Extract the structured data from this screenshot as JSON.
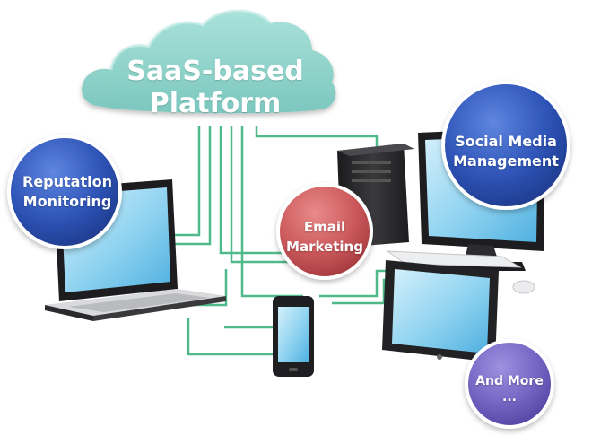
{
  "cloud": {
    "title": "SaaS-based\nPlatform"
  },
  "services": {
    "reputation": "Reputation\nMonitoring",
    "email": "Email\nMarketing",
    "social": "Social Media\nManagement",
    "more": "And More\n..."
  },
  "devices": [
    "laptop-icon",
    "smartphone-icon",
    "desktop-computer-icon",
    "tablet-icon"
  ],
  "colors": {
    "cloud": "#8dd3cb",
    "connector": "#4fb98a",
    "blue_bubble": "#2f55b8",
    "red_bubble": "#cc5a5c",
    "purple_bubble": "#7566c4"
  }
}
